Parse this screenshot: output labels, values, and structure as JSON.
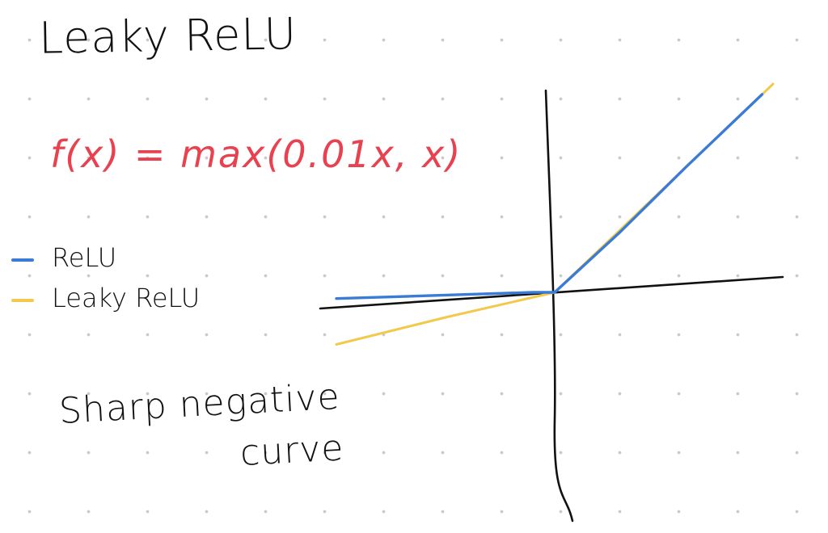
{
  "page": {
    "title": "Leaky ReLU",
    "formula": "f(x) = max(0.01x, x)",
    "note_line1": "Sharp negative",
    "note_line2": "curve"
  },
  "colors": {
    "relu": "#3a7bd5",
    "leaky_relu": "#f2c94c",
    "formula": "#e8414f",
    "ink": "#111111"
  },
  "chart_data": {
    "type": "line",
    "title": "",
    "xlabel": "",
    "ylabel": "",
    "grid": false,
    "legend": "left",
    "xlim": [
      -1,
      1
    ],
    "ylim": [
      -1,
      1
    ],
    "series": [
      {
        "name": "ReLU",
        "x": [
          -1,
          -0.7,
          -0.4,
          -0.1,
          0,
          0.3,
          0.6,
          0.95
        ],
        "y": [
          -0.03,
          -0.02,
          -0.01,
          0,
          0,
          0.29,
          0.6,
          0.95
        ]
      },
      {
        "name": "Leaky ReLU",
        "x": [
          -1,
          -0.5,
          0,
          0.3,
          0.6,
          1.0
        ],
        "y": [
          -0.25,
          -0.12,
          0,
          0.3,
          0.6,
          1.0
        ]
      }
    ]
  }
}
